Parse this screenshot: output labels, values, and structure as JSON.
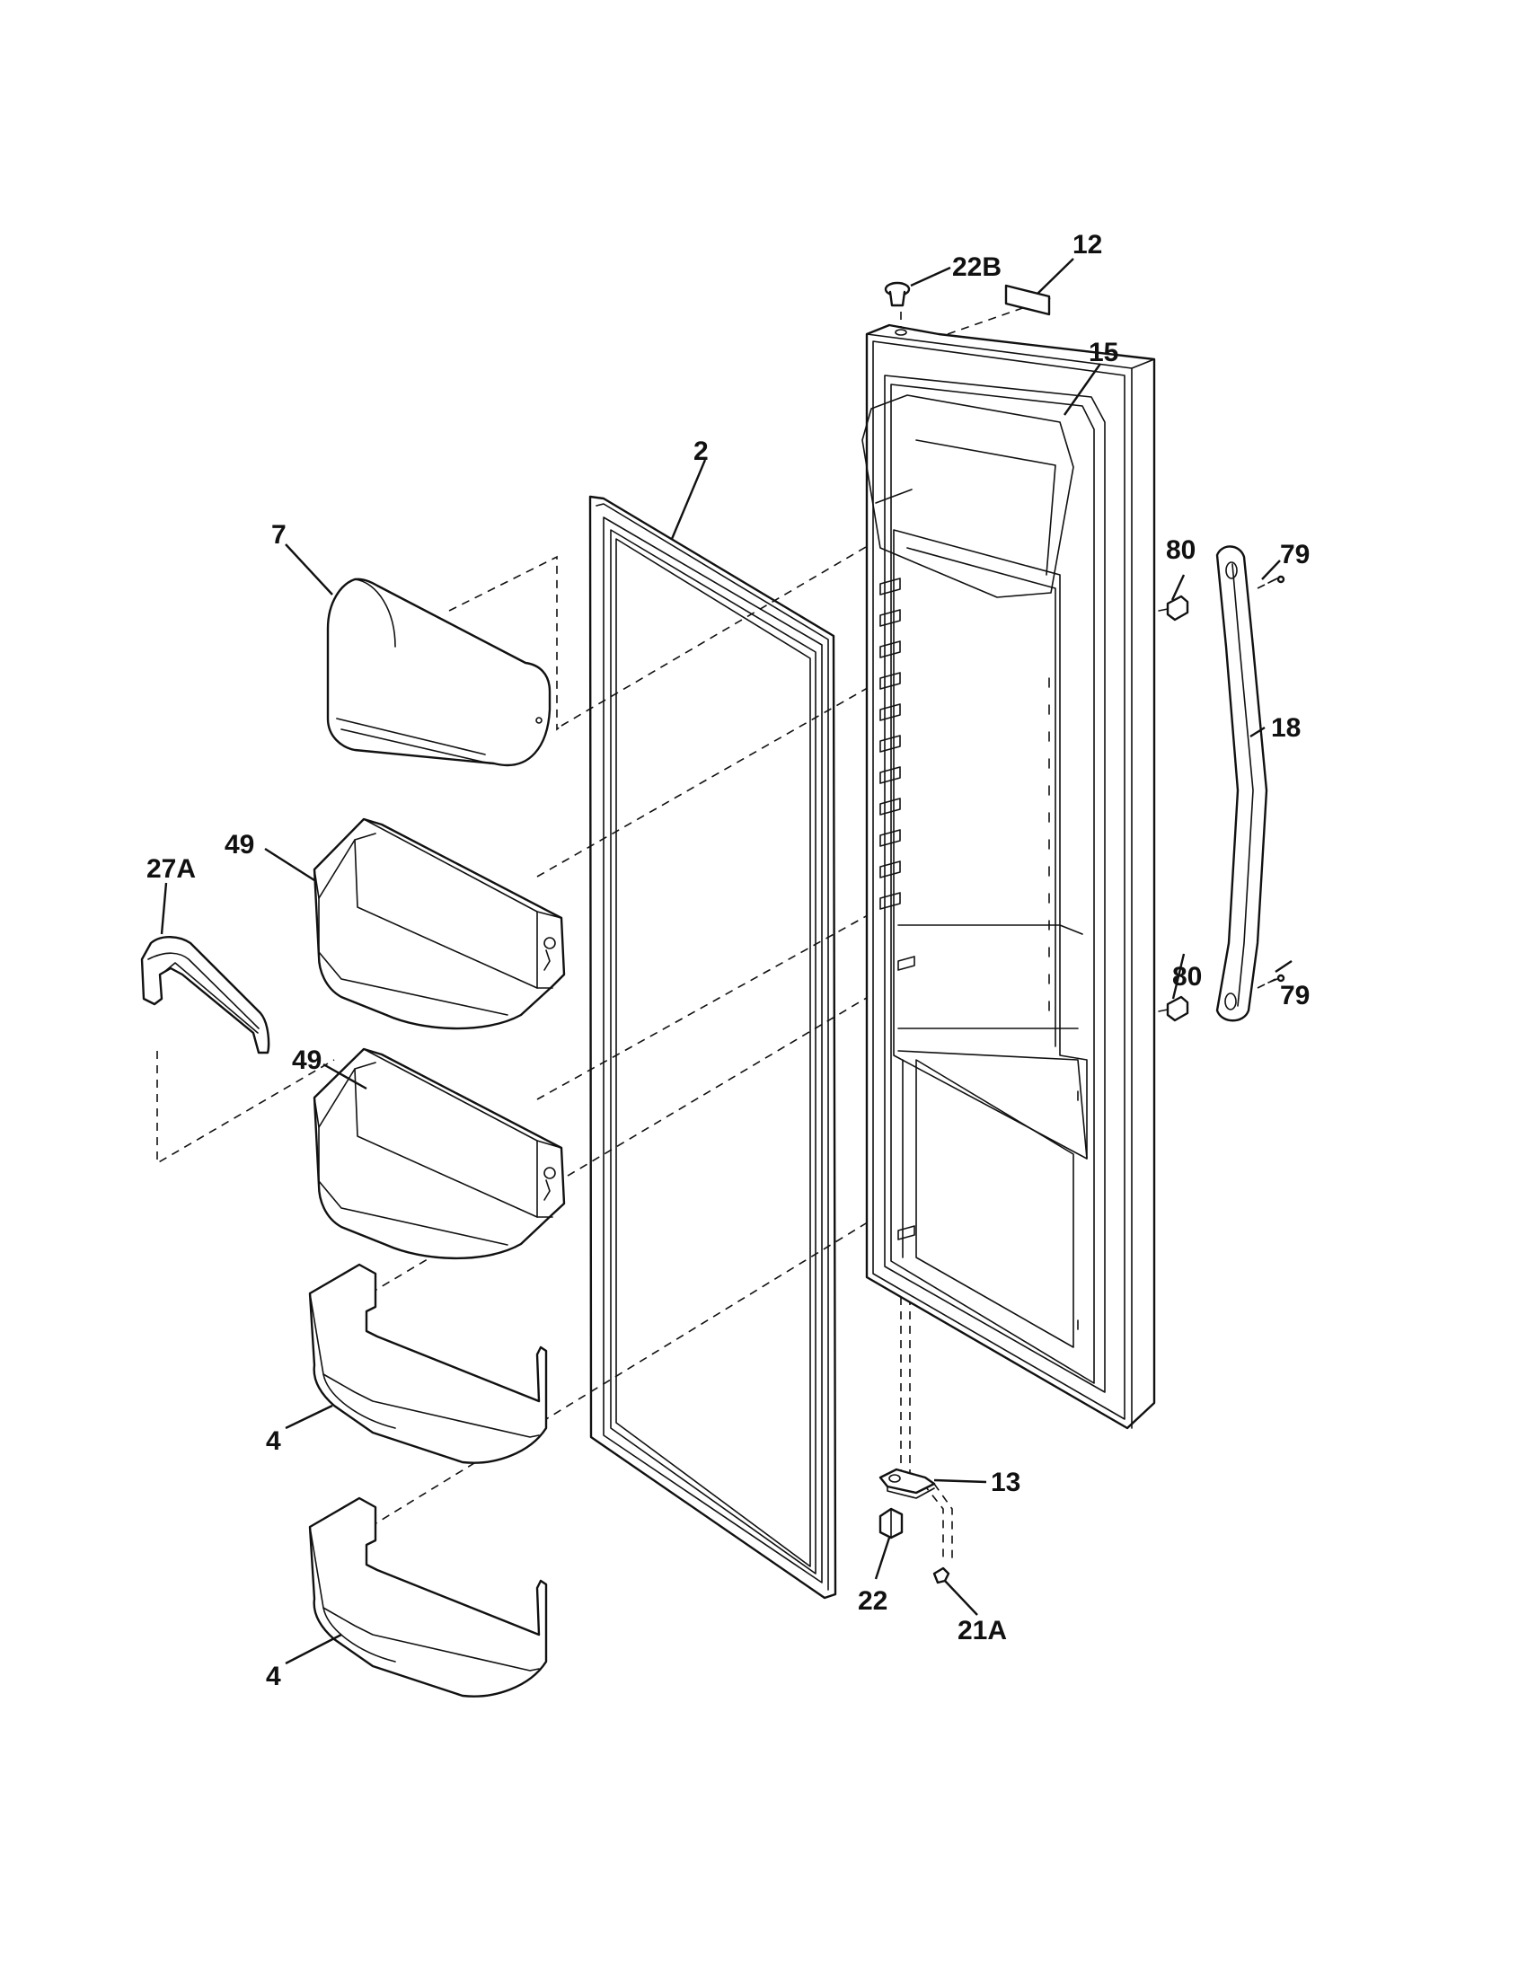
{
  "callouts": {
    "c12": "12",
    "c22b": "22B",
    "c15": "15",
    "c2": "2",
    "c7": "7",
    "c80_top": "80",
    "c79_top": "79",
    "c18": "18",
    "c49_top": "49",
    "c27a": "27A",
    "c49_bottom": "49",
    "c80_bottom": "80",
    "c79_bottom": "79",
    "c13": "13",
    "c4_top": "4",
    "c22": "22",
    "c21a": "21A",
    "c4_bottom": "4"
  }
}
